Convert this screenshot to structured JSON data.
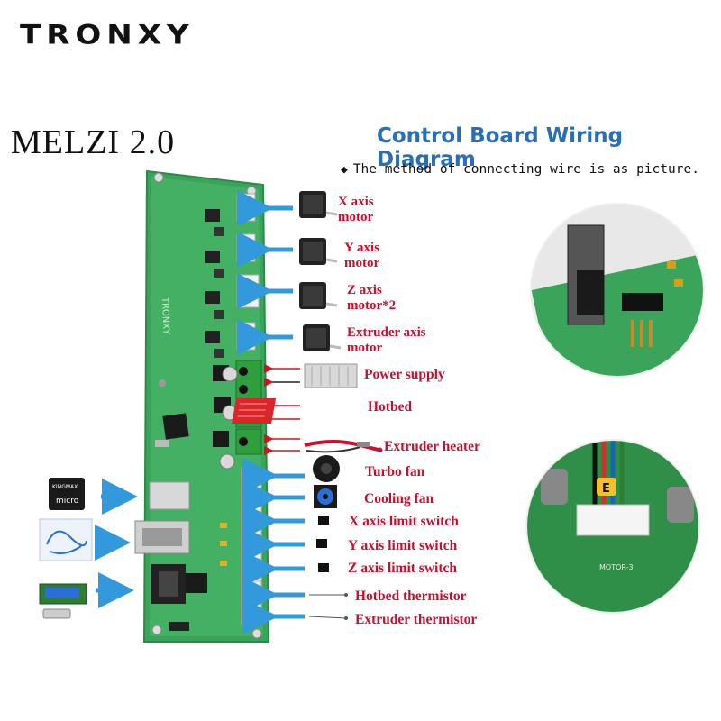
{
  "brand": "TRONXY",
  "model": "MELZI 2.0",
  "diagram_title": "Control Board Wiring Diagram",
  "note": "The method of connecting wire is as picture.",
  "board_silkscreen": "TRONXY",
  "motor_labels": [
    {
      "line1": "X axis",
      "line2": "motor"
    },
    {
      "line1": "Y axis",
      "line2": "motor"
    },
    {
      "line1": "Z axis",
      "line2": "motor*2"
    },
    {
      "line1": "Extruder axis",
      "line2": "motor"
    }
  ],
  "component_labels": [
    "Power supply",
    "Hotbed",
    "Extruder heater",
    "Turbo fan",
    "Cooling fan",
    "X axis limit switch",
    "Y axis limit switch",
    "Z axis limit switch",
    "Hotbed thermistor",
    "Extruder thermistor"
  ],
  "left_items": [
    "micro-sd-card-icon",
    "usb-cable-icon",
    "lcd-display-icon"
  ],
  "sd_card_text": "KINGMAX",
  "connector_label": "MOTOR-3",
  "colors": {
    "accent": "#2a6fb5",
    "label_red": "#c8102e",
    "board_green": "#3aa55a",
    "arrow_blue": "#3399dd"
  }
}
